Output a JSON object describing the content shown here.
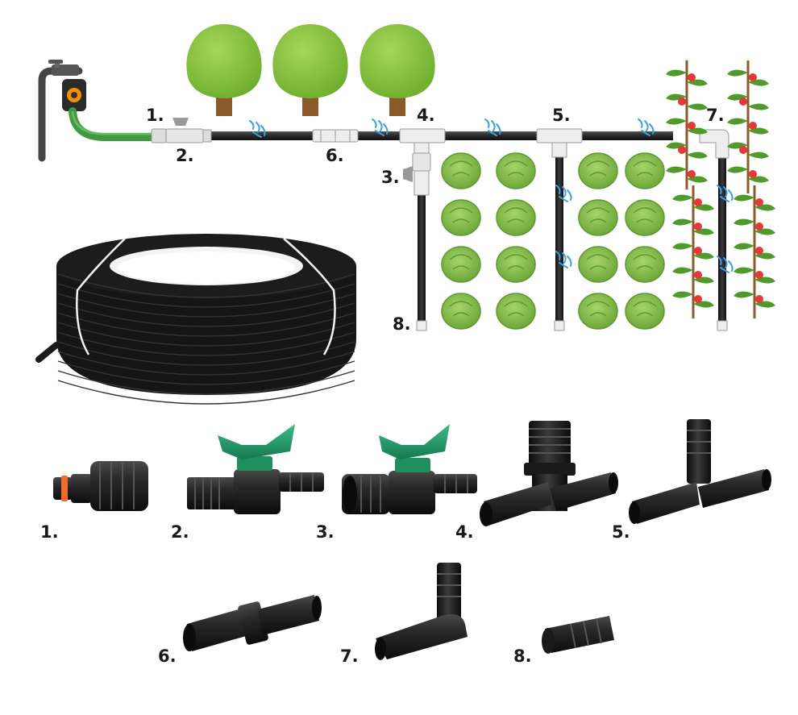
{
  "diagram_labels": [
    "1.",
    "2.",
    "3.",
    "4.",
    "5.",
    "6.",
    "7.",
    "8."
  ],
  "parts_labels": [
    "1.",
    "2.",
    "3.",
    "4.",
    "5.",
    "6.",
    "7.",
    "8."
  ],
  "colors": {
    "pipe": "#2b2b2b",
    "tree_crown": "#8cc63f",
    "tree_trunk": "#8a5a2b",
    "lettuce": "#8cc152",
    "tomato": "#e53935",
    "valve_green": "#1f8f5f",
    "water_drops": "#3aa0e0",
    "hose_green": "#4caf50"
  }
}
